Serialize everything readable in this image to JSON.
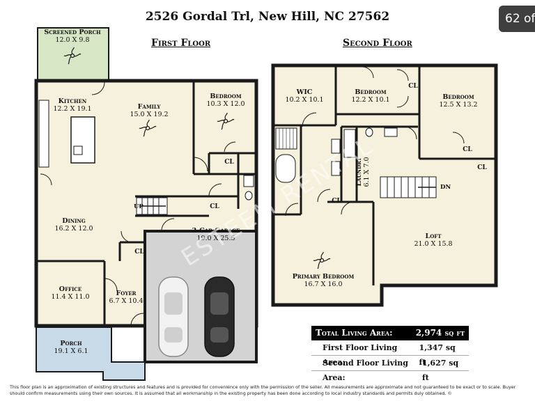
{
  "address": "2526 Gordal Trl, New Hill, NC 27562",
  "photo_counter": "62 of",
  "first_floor": {
    "heading": "First Floor",
    "rooms": [
      {
        "key": "screened",
        "name": "Screened Porch",
        "dims": "12.0 X 9.8"
      },
      {
        "key": "kitchen",
        "name": "Kitchen",
        "dims": "12.2 X 19.1"
      },
      {
        "key": "family",
        "name": "Family",
        "dims": "15.0 X 19.2"
      },
      {
        "key": "bedroom1",
        "name": "Bedroom",
        "dims": "10.3 X 12.0"
      },
      {
        "key": "dining",
        "name": "Dining",
        "dims": "16.2 X 12.0"
      },
      {
        "key": "garage",
        "name": "2-Car Garage",
        "dims": "19.0 X 25.5"
      },
      {
        "key": "office",
        "name": "Office",
        "dims": "11.4 X 11.0"
      },
      {
        "key": "foyer",
        "name": "Foyer",
        "dims": "6.7 X 10.4"
      },
      {
        "key": "porch",
        "name": "Porch",
        "dims": "19.1 X 6.1"
      }
    ],
    "labels": {
      "cl": "CL",
      "up": "UP"
    }
  },
  "second_floor": {
    "heading": "Second Floor",
    "rooms": [
      {
        "key": "wic",
        "name": "WIC",
        "dims": "10.2 X 10.1"
      },
      {
        "key": "bedroom2",
        "name": "Bedroom",
        "dims": "12.2 X 10.1"
      },
      {
        "key": "bedroom3",
        "name": "Bedroom",
        "dims": "12.5 X 13.2"
      },
      {
        "key": "laundry",
        "name": "Laundry",
        "dims": "6.1 X 7.0"
      },
      {
        "key": "loft",
        "name": "Loft",
        "dims": "21.0 X 15.8"
      },
      {
        "key": "primary",
        "name": "Primary Bedroom",
        "dims": "16.7 X 16.0"
      }
    ],
    "labels": {
      "cl": "CL",
      "dn": "DN"
    }
  },
  "watermark": "ESTEEM RENTAL",
  "areas": [
    {
      "label": "Total Living Area:",
      "value": "2,974 sq ft"
    },
    {
      "label": "First Floor Living Area:",
      "value": "1,347 sq ft"
    },
    {
      "label": "Second Floor Living Area:",
      "value": "1,627 sq ft"
    }
  ],
  "disclaimer": "This floor plan is an approximation of existing structures and features and is provided for convenience only with the permission of the seller. All measurements are approximate and not guaranteed to be exact or to scale. Buyer should confirm measurements using their own sources. It is assumed that all workmanship in the existing property has been done according to local industry standards and permits duly obtained. ©",
  "colors": {
    "floor": "#f5f1dc",
    "wall": "#1a1a1a",
    "porch_screened": "#d7e6c4",
    "porch_front": "#c9dbe8",
    "garage": "#d3d3d3"
  }
}
